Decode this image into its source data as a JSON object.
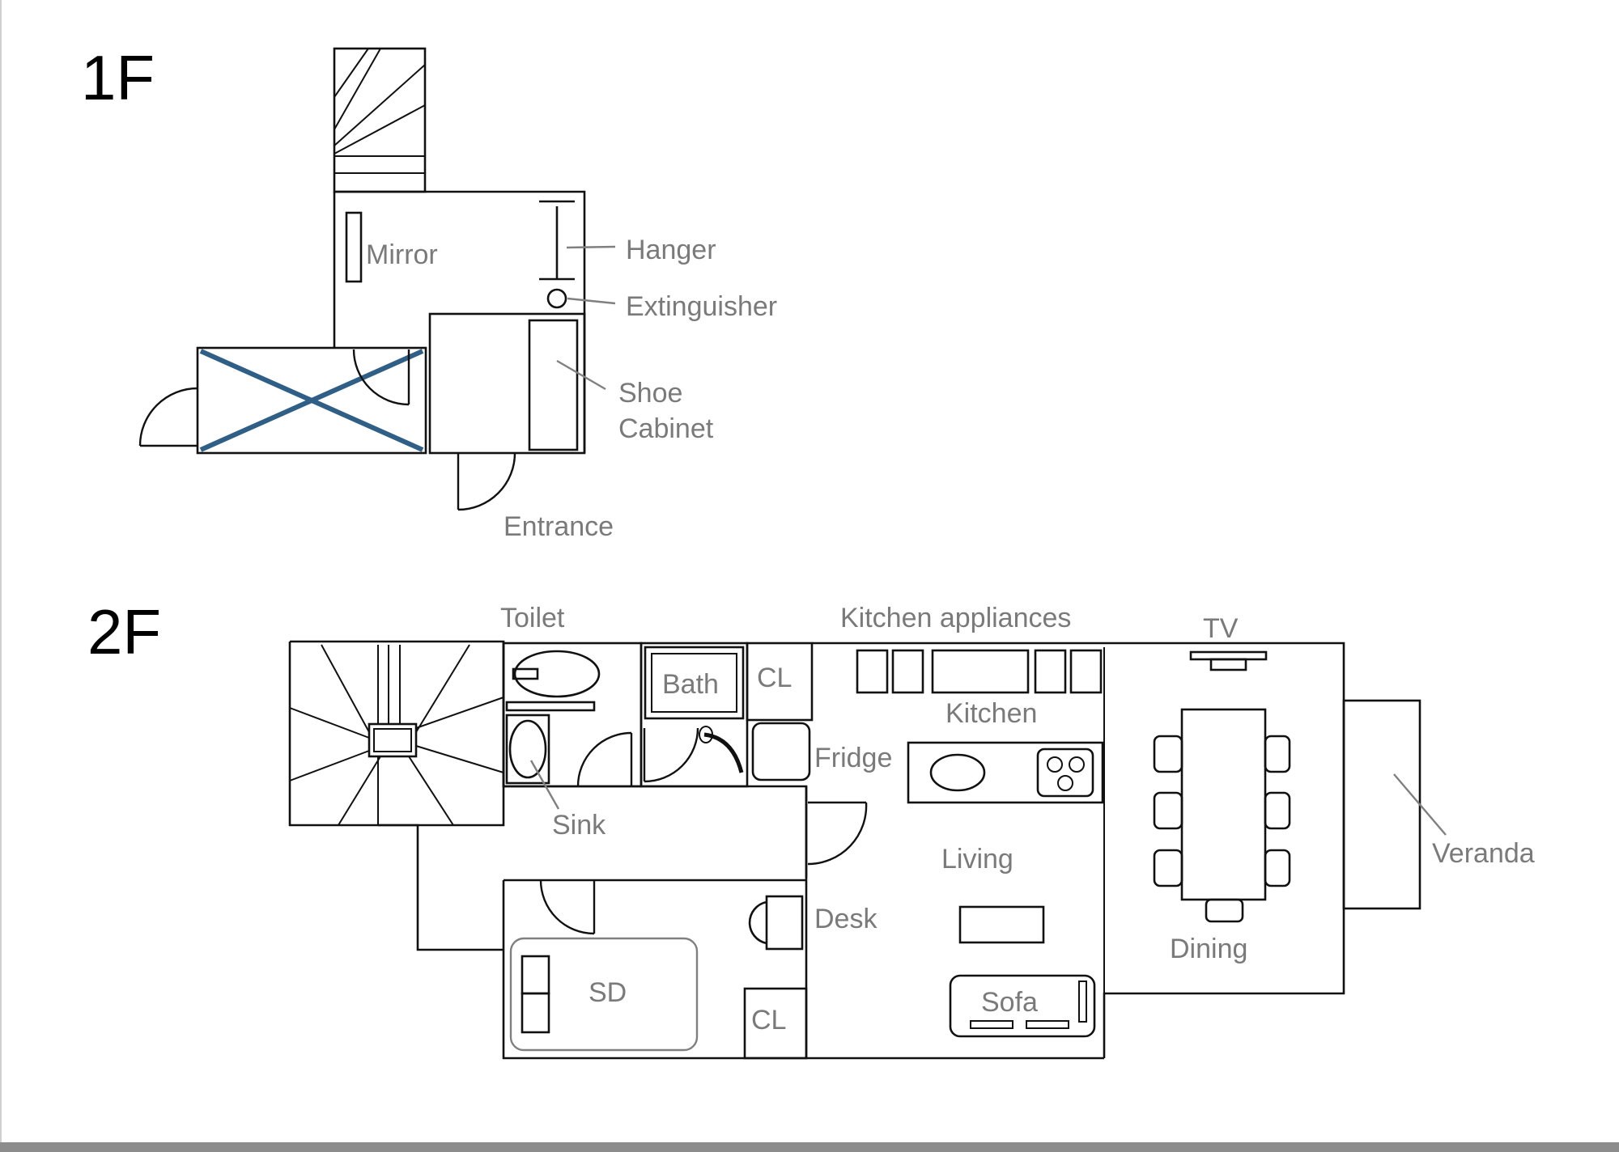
{
  "floors": {
    "first": {
      "title": "1F",
      "labels": {
        "mirror": "Mirror",
        "hanger": "Hanger",
        "extinguisher": "Extinguisher",
        "shoe_cabinet_line1": "Shoe",
        "shoe_cabinet_line2": "Cabinet",
        "entrance": "Entrance"
      }
    },
    "second": {
      "title": "2F",
      "labels": {
        "toilet": "Toilet",
        "kitchen_appliances": "Kitchen appliances",
        "tv": "TV",
        "bath": "Bath",
        "closet_upper": "CL",
        "kitchen": "Kitchen",
        "fridge": "Fridge",
        "sink": "Sink",
        "living": "Living",
        "veranda": "Veranda",
        "desk": "Desk",
        "dining": "Dining",
        "sd": "SD",
        "sofa": "Sofa",
        "closet_lower": "CL"
      }
    }
  },
  "colors": {
    "walls": "#111111",
    "labels": "#7a7a7a",
    "leader_lines": "#808080",
    "blocked_cross": "#2f5f86"
  }
}
